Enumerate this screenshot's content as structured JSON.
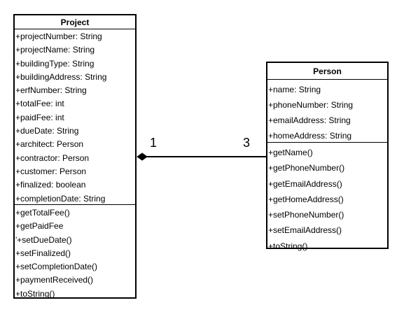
{
  "project": {
    "name": "Project",
    "attributes": [
      "+projectNumber: String",
      "+projectName: String",
      "+buildingType: String",
      "+buildingAddress: String",
      "+erfNumber: String",
      "+totalFee: int",
      "+paidFee: int",
      "+dueDate: String",
      "+architect: Person",
      "+contractor: Person",
      "+customer: Person",
      "+finalized: boolean",
      "+completionDate: String"
    ],
    "operations": [
      "+getTotalFee()",
      "+getPaidFee",
      "'+setDueDate()",
      "+setFinalized()",
      "+setCompletionDate()",
      "+paymentReceived()",
      "+toString()"
    ]
  },
  "person": {
    "name": "Person",
    "attributes": [
      "+name: String",
      "+phoneNumber: String",
      "+emailAddress: String",
      "+homeAddress: String"
    ],
    "operations": [
      "+getName()",
      "+getPhoneNumber()",
      "+getEmailAddress()",
      "+getHomeAddress()",
      "+setPhoneNumber()",
      "+setEmailAddress()",
      "+toString()"
    ]
  },
  "association": {
    "type": "composition",
    "source_multiplicity": "1",
    "target_multiplicity": "3"
  }
}
